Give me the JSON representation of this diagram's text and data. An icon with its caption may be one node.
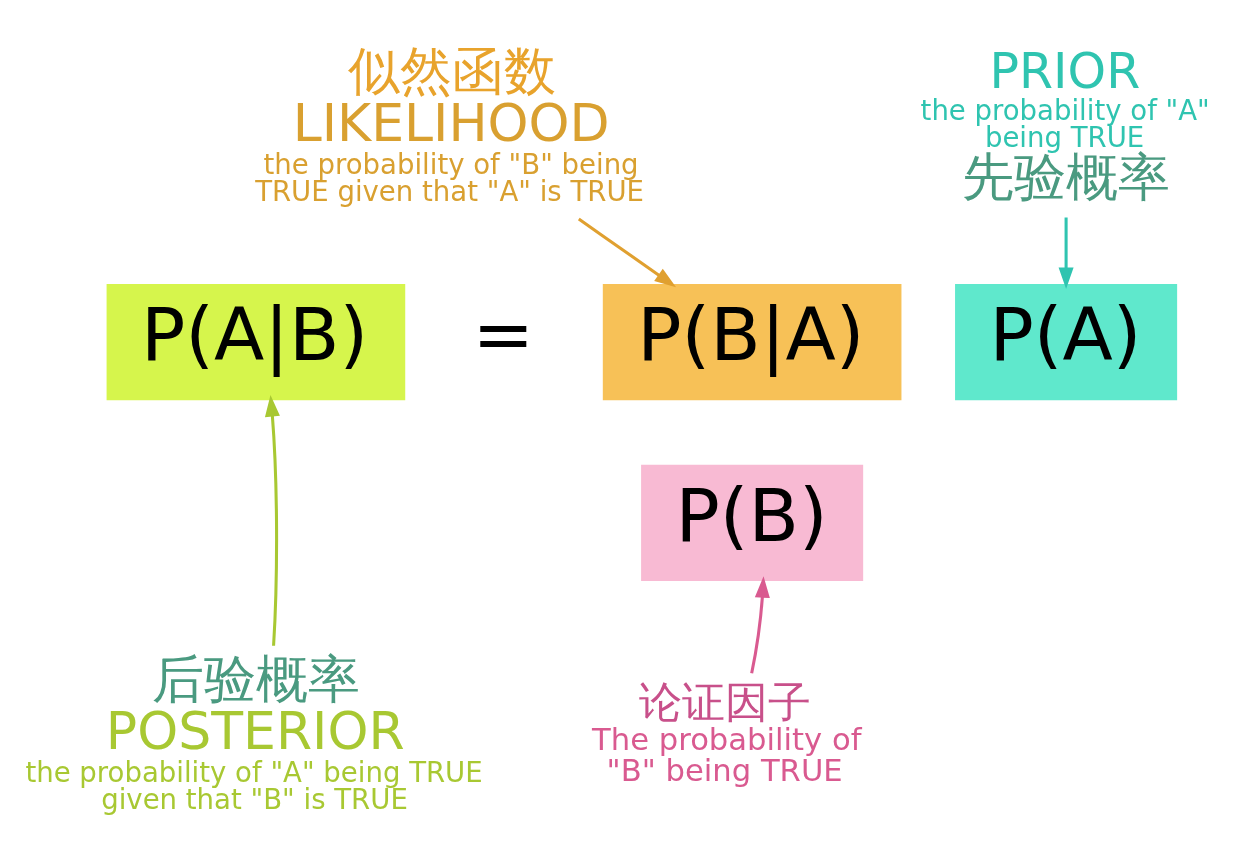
{
  "diagram": {
    "nodes": [
      {
        "text": [
          "P(A|B)"
        ]
      },
      {
        "text": [
          "P(B|A)"
        ]
      },
      {
        "text": [
          "P(A)"
        ]
      },
      {
        "text": [
          "P(B)"
        ]
      },
      {
        "text": [
          "似然函数",
          "LIKELIHOOD",
          "the probability of \"B\" being TRUE given that \"A\" is TRUE"
        ]
      },
      {
        "text": [
          "PRIOR",
          "the probability of \"A\" being TRUE",
          "先验概率"
        ]
      },
      {
        "text": [
          "后验概率",
          "POSTERIOR",
          "the probability of \"A\" being TRUE given that \"B\" is TRUE"
        ]
      },
      {
        "text": [
          "论证因子",
          "The probability of \"B\" being TRUE"
        ]
      }
    ],
    "edges": [
      {
        "from": 4,
        "to": 1,
        "arrow": "to",
        "color": "#e0a030"
      },
      {
        "from": 5,
        "to": 2,
        "arrow": "to",
        "color": "#2fc4b0"
      },
      {
        "from": 6,
        "to": 0,
        "arrow": "to",
        "color": "#a8c832"
      },
      {
        "from": 7,
        "to": 3,
        "arrow": "to",
        "color": "#d95a90"
      }
    ],
    "labels": [
      "="
    ]
  }
}
